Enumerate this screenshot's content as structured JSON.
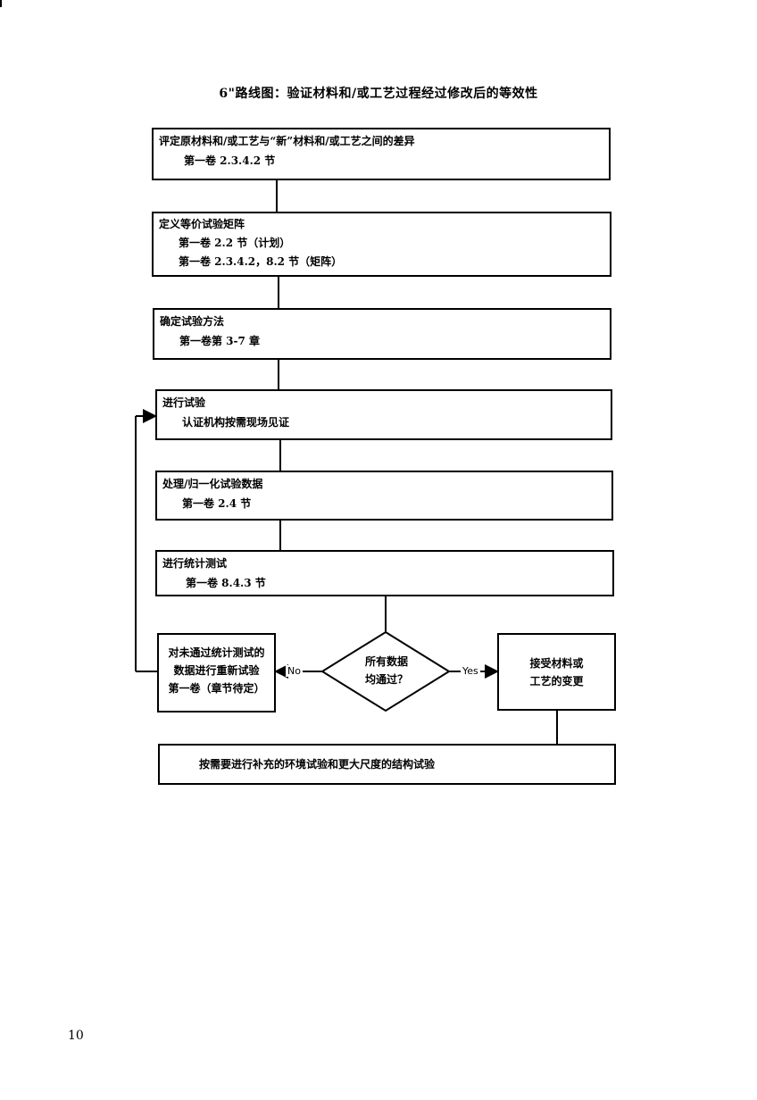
{
  "title": "6\"路线图：验证材料和/或工艺过程经过修改后的等效性",
  "steps": [
    {
      "line1": "评定原材料和/或工艺与“新”材料和/或工艺之间的差异",
      "line2": "第一卷 2.3.4.2 节"
    },
    {
      "line1": "定义等价试验矩阵",
      "line2": "第一卷 2.2 节（计划）",
      "line3": "第一卷 2.3.4.2，8.2 节（矩阵）"
    },
    {
      "line1": "确定试验方法",
      "line2": "第一卷第 3-7 章"
    },
    {
      "line1": "进行试验",
      "line2": "认证机构按需现场见证"
    },
    {
      "line1": "处理/归一化试验数据",
      "line2": "第一卷 2.4 节"
    },
    {
      "line1": "进行统计测试",
      "line2": "第一卷 8.4.3 节"
    }
  ],
  "decision": {
    "line1": "所有数据",
    "line2": "均通过？"
  },
  "retest": {
    "line1": "对未通过统计测试的",
    "line2": "数据进行重新试验",
    "line3": "第一卷（章节待定）"
  },
  "accept": {
    "line1": "接受材料或",
    "line2": "工艺的变更"
  },
  "final": {
    "line1": "按需要进行补充的环境试验和更大尺度的结构试验"
  },
  "labels": {
    "no": "No",
    "yes": "Yes"
  },
  "page_number": "10"
}
